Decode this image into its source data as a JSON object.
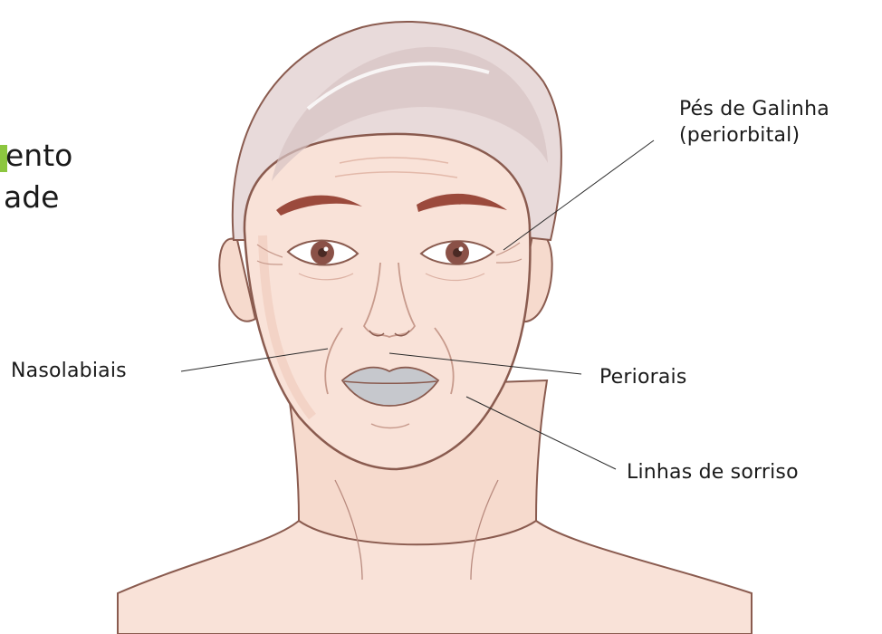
{
  "title_fragment": {
    "line1": "ento",
    "line2": "ade",
    "accent_color": "#8cc63f"
  },
  "labels": {
    "crows_feet_line1": "Pés de Galinha",
    "crows_feet_line2": "(periorbital)",
    "nasolabial": "Nasolabiais",
    "perioral": "Periorais",
    "smile_lines": "Linhas de sorriso"
  },
  "colors": {
    "skin": "#f9e2d8",
    "skin_shadow": "#efcdbf",
    "outline": "#8a5b4f",
    "hair": "#e8dada",
    "hair_dark": "#d7c3c3",
    "brows": "#9b4a3c",
    "iris": "#8a5147",
    "lips": "#c6c8cd",
    "leader_line": "#2a2a2a"
  }
}
